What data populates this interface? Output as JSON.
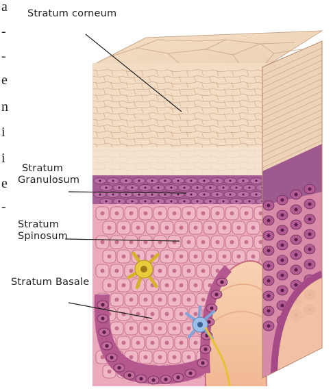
{
  "left_margin_text": [
    "a",
    "-",
    "-",
    "e",
    "n",
    "i",
    "i",
    "e",
    "-"
  ],
  "labels": {
    "corneum": "Stratum corneum",
    "granulosum_line1": "Stratum",
    "granulosum_line2": "Granulosum",
    "spinosum_line1": "Stratum",
    "spinosum_line2": "Spinosum",
    "basale": "Stratum Basale"
  },
  "colors": {
    "corneum": "#f2d9bf",
    "granulosum": "#a0588f",
    "spinosum": "#e7a0b4",
    "basale": "#b8568e",
    "dermis": "#f6c8a6",
    "melanocyte": "#e7c83a",
    "langerhans": "#8fb4e0"
  }
}
